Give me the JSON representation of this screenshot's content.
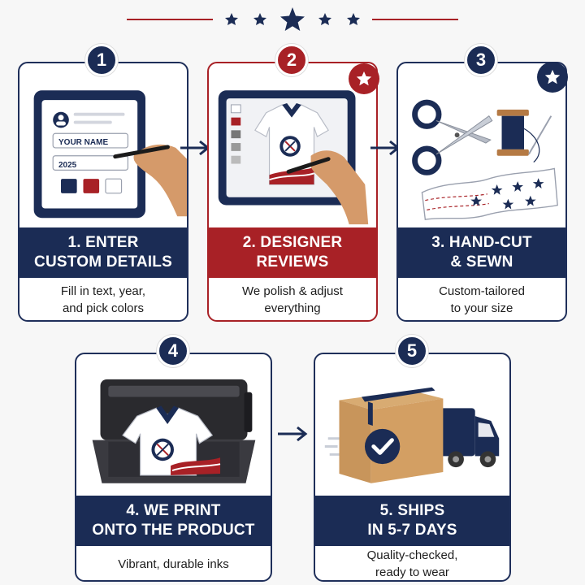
{
  "colors": {
    "navy": "#1b2c55",
    "red": "#a82126",
    "background": "#f7f7f7",
    "card": "#ffffff"
  },
  "header": {
    "decoration_icons": [
      "star-icon",
      "star-icon",
      "star-icon",
      "star-icon",
      "star-icon"
    ]
  },
  "steps": [
    {
      "number": "1",
      "title_lines": [
        "1. ENTER",
        "CUSTOM DETAILS"
      ],
      "description_lines": [
        "Fill in text, year,",
        "and pick colors"
      ],
      "illustration": {
        "icon": "tablet-form-icon",
        "form_fields": [
          "YOUR NAME",
          "2025"
        ],
        "color_swatches": [
          "#1b2c55",
          "#a82126",
          "#ffffff"
        ]
      }
    },
    {
      "number": "2",
      "title_lines": [
        "2. DESIGNER",
        "REVIEWS"
      ],
      "description_lines": [
        "We polish & adjust",
        "everything"
      ],
      "illustration": {
        "icon": "tablet-polo-design-icon"
      },
      "corner_icon": "star-icon"
    },
    {
      "number": "3",
      "title_lines": [
        "3. HAND-CUT",
        "& SEWN"
      ],
      "description_lines": [
        "Custom-tailored",
        "to your size"
      ],
      "illustration": {
        "icon": "scissors-thread-fabric-icon"
      },
      "corner_icon": "star-icon"
    },
    {
      "number": "4",
      "title_lines": [
        "4. WE PRINT",
        "ONTO THE PRODUCT"
      ],
      "description_lines": [
        "Vibrant, durable inks"
      ],
      "illustration": {
        "icon": "printer-polo-icon"
      }
    },
    {
      "number": "5",
      "title_lines": [
        "5. SHIPS",
        "IN 5-7 DAYS"
      ],
      "description_lines": [
        "Quality-checked,",
        "ready to wear"
      ],
      "illustration": {
        "icon": "box-truck-check-icon"
      }
    }
  ]
}
